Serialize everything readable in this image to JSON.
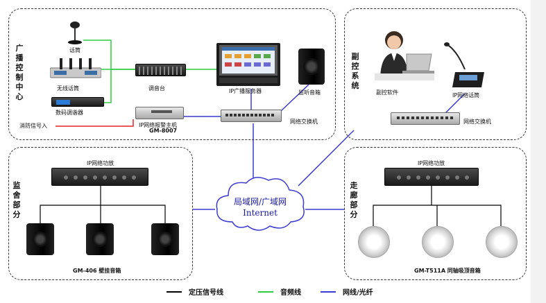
{
  "panels": {
    "control_center": {
      "title": "广播控制中心"
    },
    "sub_control": {
      "title": "副控系统"
    },
    "prison": {
      "title": "监舍部分",
      "caption": "GM-406 壁挂音箱"
    },
    "corridor": {
      "title": "走廊部分",
      "caption": "GM-T511A 同轴吸顶音箱"
    }
  },
  "devices": {
    "microphone": "话筒",
    "wireless_mic": "无线话筒",
    "tuner": "数码调谐器",
    "mixer": "调音台",
    "ip_server": "IP广播服务器",
    "monitor_speaker": "监听音箱",
    "fire_signal": "消防信号入",
    "alarm_host": "IP网络报警主机",
    "alarm_model": "GM-8007",
    "switch_main": "网络交换机",
    "sub_software": "副控软件",
    "ip_paging_mic": "IP网络话筒",
    "switch_sub": "网络交换机",
    "amp_prison": "IP网络功放",
    "amp_corridor": "IP网络功放"
  },
  "cloud": {
    "line1": "局域网/广域网",
    "line2": "Internet"
  },
  "legend": [
    {
      "label": "定压信号线",
      "color": "#000000"
    },
    {
      "label": "音频线",
      "color": "#2ecc40"
    },
    {
      "label": "网线/光纤",
      "color": "#3a3ad0"
    }
  ],
  "colors": {
    "audio": "#2ecc40",
    "network": "#3a3ad0",
    "fire": "#e02020",
    "signal": "#000000"
  }
}
